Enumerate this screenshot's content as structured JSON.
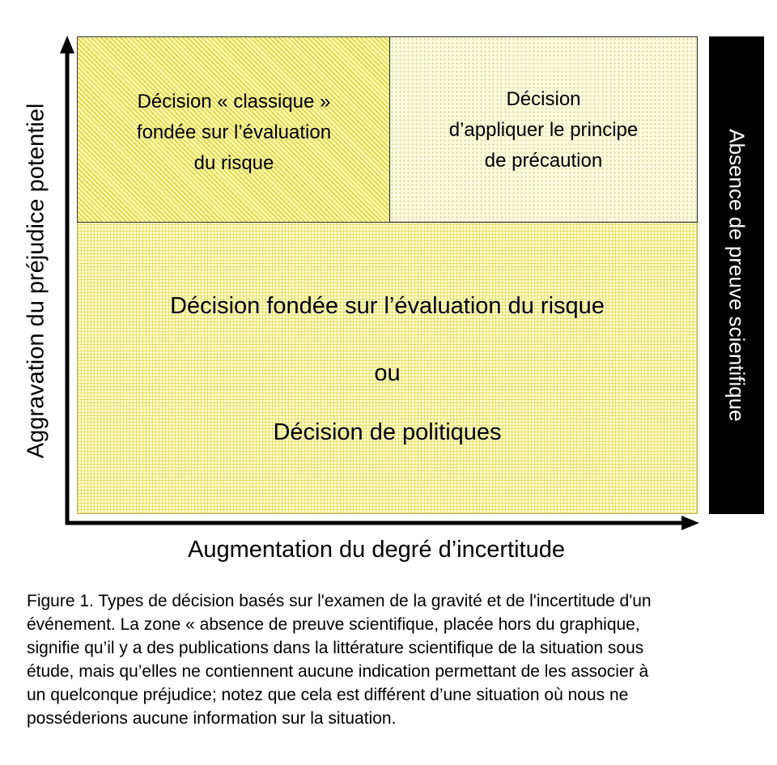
{
  "quadrants": {
    "classic": {
      "lines": [
        "Décision « classique »",
        "fondée sur l’évaluation",
        "du risque"
      ]
    },
    "precaution": {
      "lines": [
        "Décision",
        "d’appliquer le principe",
        "de précaution"
      ]
    },
    "policy": {
      "line1": "Décision fondée sur l’évaluation du risque",
      "line2": "ou",
      "line3": "Décision de politiques"
    }
  },
  "no_evidence_band": {
    "label": "Absence de preuve scientifique"
  },
  "axes": {
    "y_label": "Aggravation du préjudice potentiel",
    "x_label": "Augmentation du degré d’incertitude"
  },
  "caption": {
    "lines": [
      "Figure 1. Types de décision basés sur l'examen de la gravité et de l'incertitude d'un",
      "événement. La zone « absence de preuve scientifique, placée hors du graphique,",
      "signifie qu’il y a des publications dans la littérature scientifique de la situation sous",
      "étude, mais qu’elles ne contiennent aucune indication permettant de les associer à",
      "un quelconque préjudice; notez que cela est différent d’une situation où nous ne",
      "posséderions aucune information sur la situation."
    ]
  },
  "colors": {
    "panel_yellow": "#fbf7a8",
    "hatch": "#d9cf3a",
    "band": "#000000",
    "axis": "#000000"
  }
}
